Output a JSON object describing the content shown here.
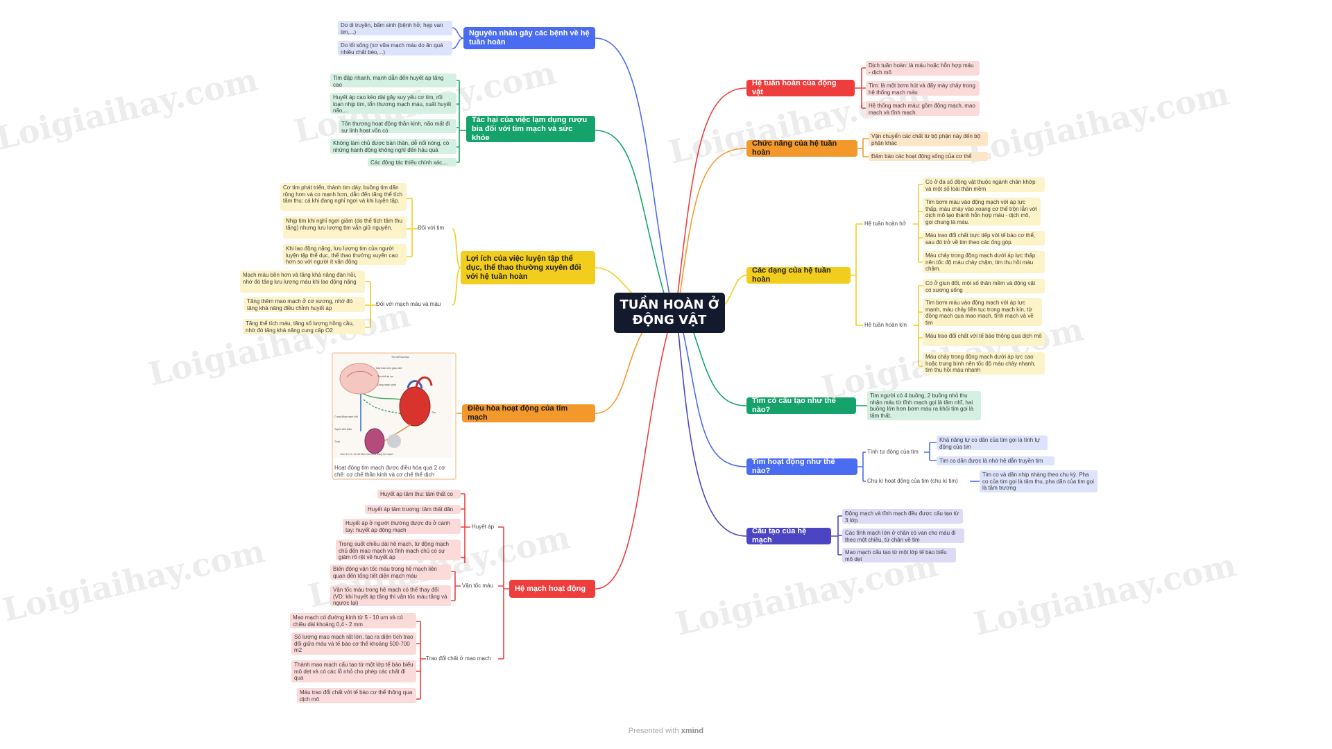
{
  "central": "TUẦN HOÀN Ở ĐỘNG VẬT",
  "footer": {
    "prefix": "Presented with",
    "brand": "xmind"
  },
  "watermark": "Loigiaihay.com",
  "colors": {
    "blue": "#4a6cf0",
    "green": "#16a36b",
    "yellow": "#f1cd1d",
    "orange": "#f3992c",
    "red": "#ee3d3d",
    "indigo": "#4b45c4",
    "central": "#141a2e"
  },
  "left": {
    "nguyen_nhan": {
      "label": "Nguyên nhân gây các bệnh về hệ tuần hoàn",
      "leaves": [
        "Do di truyền, bẩm sinh (bệnh hở, hẹp van tim,...)",
        "Do lối sống (xơ vữa mạch máu do ăn quá nhiều chất béo,...)"
      ]
    },
    "tac_hai": {
      "label": "Tác hại của việc lạm dụng rượu bia đối với tim mạch và sức khỏe",
      "leaves": [
        "Tim đập nhanh, mạnh dẫn đến huyết áp tăng cao",
        "Huyết áp cao kéo dài gây suy yếu cơ tim, rối loạn nhịp tim, tổn thương mạch máu, xuất huyết não,...",
        "Tổn thương hoạt động thần kinh, não mất đi sự linh hoạt vốn có",
        "Không làm chủ được bản thân, dễ nổi nóng, có những hành động không nghĩ đến hậu quả",
        "Các động tác thiếu chính xác,..."
      ]
    },
    "loi_ich": {
      "label": "Lợi ích của việc luyện tập thể dục, thể thao thường xuyên đối với hệ tuần hoàn",
      "doi_voi_tim": {
        "label": "Đối với tim",
        "leaves": [
          "Cơ tim phát triển, thành tim dày, buồng tim dãn rộng hơn và co mạnh hơn, dẫn đến tăng thể tích tâm thu; cả khi đang nghỉ ngơi và khi luyện tập.",
          "Nhịp tim khi nghỉ ngơi giảm (do thể tích tâm thu tăng) nhưng lưu lượng tim vẫn giữ nguyên.",
          "Khi lao động nặng, lưu lượng tim của người luyện tập thể dục, thể thao thường xuyên cao hơn so với người ít vận động"
        ]
      },
      "doi_voi_mach": {
        "label": "Đối với mạch máu và máu",
        "leaves": [
          "Mạch máu bền hơn và tăng khả năng đàn hồi, nhờ đó tăng lưu lượng máu khi lao động nặng",
          "Tăng thêm mao mạch ở cơ xương, nhờ đó tăng khả năng điều chỉnh huyết áp",
          "Tăng thể tích máu, tăng số lượng hồng cầu, nhờ đó tăng khả năng cung cấp O2"
        ]
      }
    },
    "dieu_hoa": {
      "label": "Điều hòa hoạt động của tim mạch",
      "caption": "Hoạt động tim mạch được điều hòa qua 2 cơ chế: cơ chế thần kinh và cơ chế thể dịch",
      "figure_labels": [
        "Thụ thể hóa học",
        "Dây thần kinh giao cảm",
        "Thụ thể áp lực",
        "Động mạch cảnh",
        "Cung động mạch chủ",
        "Tim",
        "Tuyến trên thận",
        "Thận"
      ],
      "figure_caption": "Hình 10.13. Sơ đồ điều hòa hoạt động tim mạch"
    },
    "he_mach": {
      "label": "Hệ mạch hoạt động",
      "huyet_ap": {
        "label": "Huyết áp",
        "leaves": [
          "Huyết áp tâm thu: tâm thất co",
          "Huyết áp tâm trương: tâm thất dãn",
          "Huyết áp ở người thường được đo ở cánh tay: huyết áp động mạch",
          "Trong suốt chiều dài hệ mạch, từ động mạch chủ đến mao mạch và tĩnh mạch chủ có sự giảm rõ rệt về huyết áp"
        ]
      },
      "van_toc": {
        "label": "Vận tốc máu",
        "leaves": [
          "Biến động vận tốc máu trong hệ mạch liên quan đến tổng tiết diện mạch máu",
          "Vận tốc máu trong hệ mạch có thể thay đổi (VD: khi huyết áp tăng thì vận tốc máu tăng và ngược lại)"
        ]
      },
      "trao_doi": {
        "label": "Trao đổi chất ở mao mạch",
        "leaves": [
          "Mao mạch có đường kính từ 5 - 10 um và có chiều dài khoảng 0,4 - 2 mm",
          "Số lượng mao mạch rất lớn, tạo ra diện tích trao đổi giữa máu và tế bào cơ thể khoảng 500-700 m2",
          "Thành mao mạch cấu tạo từ một lớp tế bào biểu mô dẹt và có các lỗ nhỏ cho phép các chất đi qua",
          "Máu trao đổi chất với tế bào cơ thể thông qua dịch mô"
        ]
      }
    }
  },
  "right": {
    "he_tuan_hoan": {
      "label": "Hệ tuần hoàn của động vật",
      "leaves": [
        "Dịch tuần hoàn: là máu hoặc hỗn hợp máu - dịch mô",
        "Tim: là một bơm hút và đẩy máy chảy trong hệ thống mạch máu",
        "Hệ thống mạch máu: gồm động mạch, mao mạch và tĩnh mạch."
      ]
    },
    "chuc_nang": {
      "label": "Chức năng của hệ tuần hoàn",
      "leaves": [
        "Vận chuyển các chất từ bộ phận này đến bộ phận khác",
        "Đảm bảo các hoạt động sống của cơ thể"
      ]
    },
    "cac_dang": {
      "label": "Các dạng của hệ tuần hoàn",
      "ho": {
        "label": "Hệ tuần hoàn hở",
        "leaves": [
          "Có ở đa số động vật thuộc ngành chân khớp và một số loài thân mềm",
          "Tim bơm máu vào động mạch với áp lực thấp, máu chảy vào xoang cơ thể trộn lẫn với dịch mô tạo thành hỗn hợp máu - dịch mô, gọi chung là máu.",
          "Máu trao đổi chất trực tiếp với tế bào cơ thể, sau đó trở về tim theo các ống góp.",
          "Máu chảy trong động mạch dưới áp lực thấp nên tốc độ máu chảy chậm, tim thu hồi máu chậm."
        ]
      },
      "kin": {
        "label": "Hệ tuần hoàn kín",
        "leaves": [
          "Có ở giun đốt, một số thân mềm và động vật có xương sống",
          "Tim bơm máu vào động mạch với áp lực mạnh, máu chảy liên tục trong mạch kín, từ động mạch qua mao mạch, tĩnh mạch và về tim",
          "Máu trao đổi chất với tế bào thông qua dịch mô",
          "Máu chảy trong động mạch dưới áp lực cao hoặc trung bình nên tốc độ máu chảy nhanh, tim thu hồi máu nhanh"
        ]
      }
    },
    "cau_tao_tim": {
      "label": "Tim có cấu tạo như thế nào?",
      "leaves": [
        "Tim người có 4 buồng, 2 buồng nhỏ thu nhận máu từ tĩnh mạch gọi là tâm nhĩ, hai buồng lớn hơn bơm máu ra khỏi tim gọi là tâm thất."
      ]
    },
    "tim_hoat_dong": {
      "label": "Tim hoạt động như thế nào?",
      "tu_dong": {
        "label": "Tính tự động của tim",
        "leaves": [
          "Khả năng tự co dãn của tim gọi là tính tự động của tim",
          "Tim co dãn được là nhờ hệ dẫn truyền tim"
        ]
      },
      "chu_ki": {
        "label": "Chu kì hoạt động của tim (chu kì tim)",
        "leaves": [
          "Tim co và dãn nhịp nhàng theo chu kỳ. Pha co của tim gọi là tâm thu, pha dãn của tim gọi là tâm trương"
        ]
      }
    },
    "cau_tao_mach": {
      "label": "Cấu tạo của hệ mạch",
      "leaves": [
        "Động mạch và tĩnh mạch đều được cấu tạo từ 3 lớp",
        "Các tĩnh mạch lớn ở chân có van cho máu đi theo một chiều, từ chân về tim",
        "Mao mạch cấu tạo từ một lớp tế bào biểu mô dẹt"
      ]
    }
  }
}
